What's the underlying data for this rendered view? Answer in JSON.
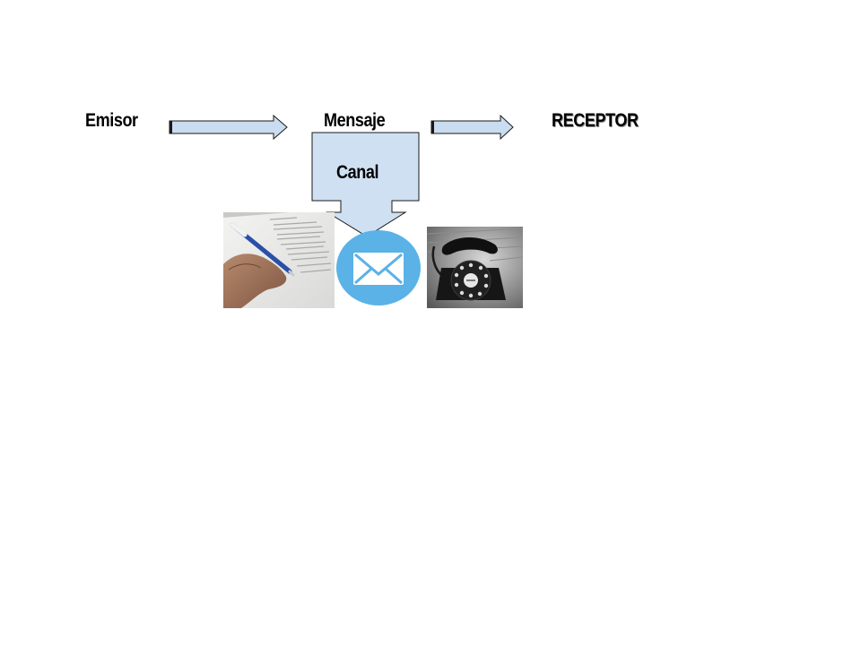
{
  "diagram": {
    "emisor_label": "Emisor",
    "mensaje_label": "Mensaje",
    "receptor_label": "RECEPTOR",
    "canal_label": "Canal"
  },
  "colors": {
    "arrow_fill": "#c9dcf0",
    "arrow_stroke": "#1a1a1a",
    "callout_fill": "#cfe0f3",
    "email_circle": "#5bb2e6",
    "email_envelope": "#ffffff"
  },
  "icons": {
    "writing": "hand-writing-photo",
    "email": "envelope-icon",
    "telephone": "rotary-telephone-photo"
  }
}
